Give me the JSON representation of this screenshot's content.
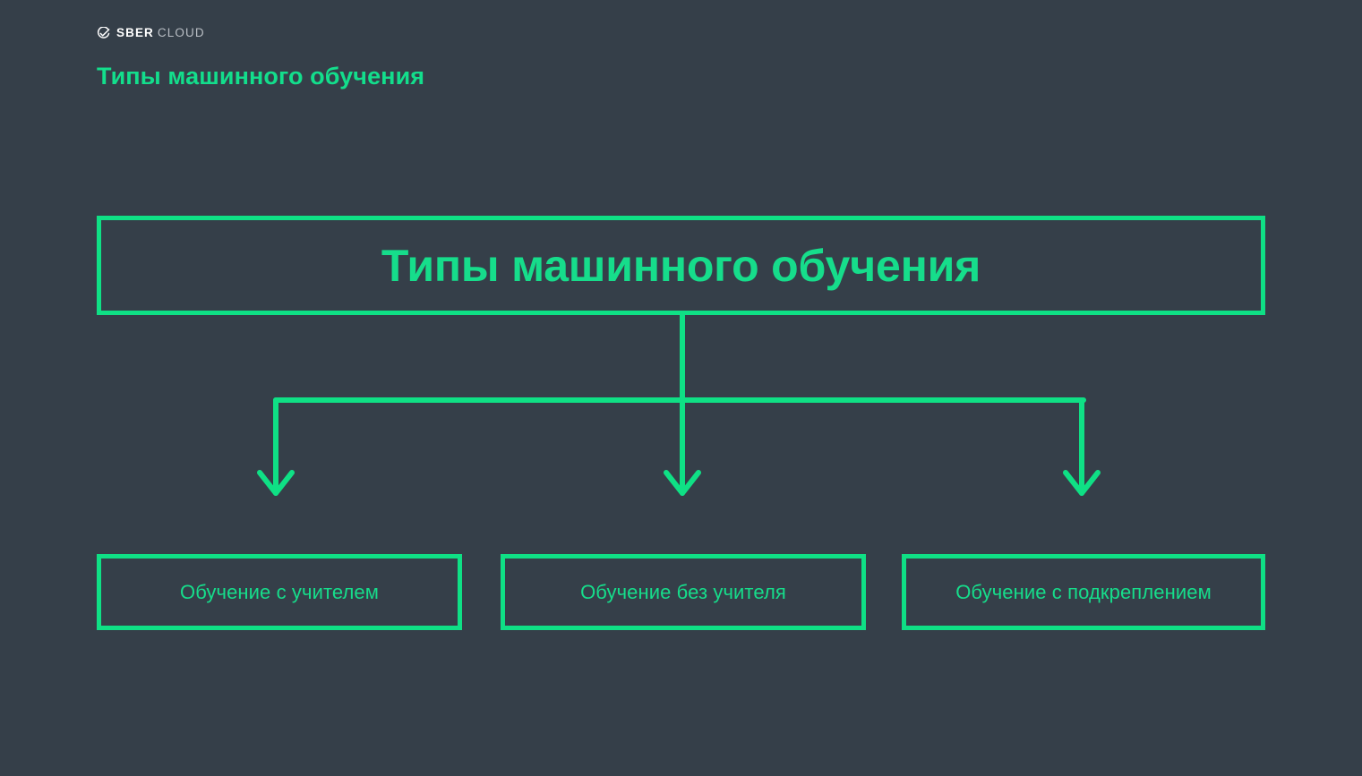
{
  "brand": {
    "icon": "check-circle-icon",
    "name_primary": "SBER",
    "name_secondary": "CLOUD"
  },
  "header": {
    "title": "Типы машинного обучения"
  },
  "colors": {
    "background": "#353F49",
    "accent_green": "#0FE085",
    "text_green": "#16DD8B",
    "brand_white": "#FFFFFF",
    "brand_gray": "#B9BEC4"
  },
  "diagram": {
    "type": "tree",
    "orientation": "top-down",
    "root": {
      "label": "Типы машинного обучения"
    },
    "children": [
      {
        "label": "Обучение с учителем"
      },
      {
        "label": "Обучение без учителя"
      },
      {
        "label": "Обучение с подкреплением"
      }
    ]
  }
}
